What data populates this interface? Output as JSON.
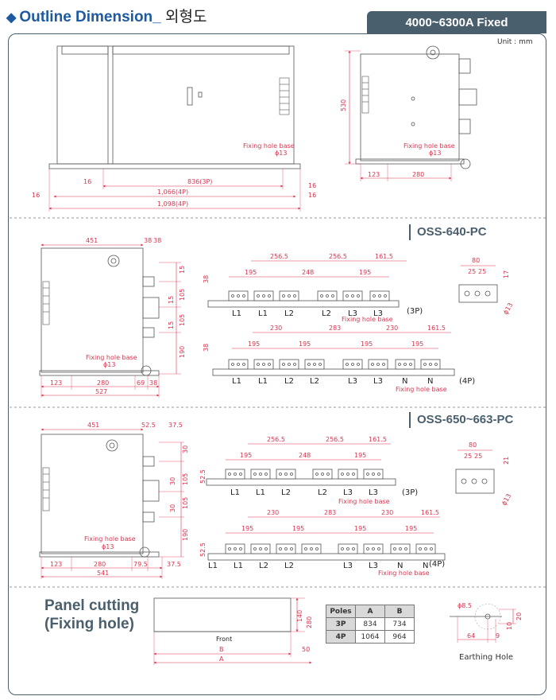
{
  "header": {
    "title": "Outline Dimension_",
    "title_korean": "외형도",
    "range_tab": "4000~6300A Fixed",
    "unit": "Unit : mm"
  },
  "top_front": {
    "dim_836": "836(3P)",
    "dim_1066": "1,066(4P)",
    "dim_1098": "1,098(4P)",
    "dim_16a": "16",
    "dim_16b": "16",
    "dim_16c": "16",
    "dim_16d": "16",
    "fix_label": "Fixing hole base",
    "fix_dia": "ϕ13"
  },
  "top_side": {
    "dim_530": "530",
    "dim_123": "123",
    "dim_280": "280",
    "fix_label": "Fixing hole base",
    "fix_dia": "ϕ13"
  },
  "oss640": {
    "title": "OSS-640-PC",
    "side": {
      "d451": "451",
      "d38a": "38",
      "d38b": "38",
      "d15a": "15",
      "d15b": "15",
      "d15c": "15",
      "d105a": "105",
      "d105b": "105",
      "d190": "190",
      "d123": "123",
      "d280": "280",
      "d69": "69",
      "d38c": "38",
      "d527": "527",
      "fix_label": "Fixing hole base",
      "fix_dia": "ϕ13"
    },
    "bus3p": {
      "top_dims": [
        "256.5",
        "256.5",
        "161.5"
      ],
      "mid_dims": [
        "195",
        "248",
        "195"
      ],
      "h38": "38",
      "labels": [
        "L1",
        "L1",
        "L2",
        "L2",
        "L3",
        "L3"
      ],
      "tag": "(3P)",
      "fix": "Fixing hole base"
    },
    "bus4p": {
      "top_dims": [
        "230",
        "283",
        "230",
        "161.5"
      ],
      "mid_dims": [
        "195",
        "195",
        "195",
        "195"
      ],
      "h38": "38",
      "labels": [
        "L1",
        "L1",
        "L2",
        "L2",
        "L3",
        "L3",
        "N",
        "N"
      ],
      "tag": "(4P)",
      "fix": "Fixing hole base"
    },
    "detail": {
      "d80": "80",
      "d25a": "25",
      "d25b": "25",
      "d17": "17",
      "dia": "ϕ13"
    }
  },
  "oss650": {
    "title": "OSS-650~663-PC",
    "side": {
      "d451": "451",
      "d525": "52.5",
      "d375a": "37.5",
      "d30a": "30",
      "d30b": "30",
      "d30c": "30",
      "d105a": "105",
      "d105b": "105",
      "d190": "190",
      "d123": "123",
      "d280": "280",
      "d795": "79.5",
      "d375b": "37.5",
      "d541": "541",
      "fix_label": "Fixing hole base",
      "fix_dia": "ϕ13"
    },
    "bus3p": {
      "top_dims": [
        "256.5",
        "256.5",
        "161.5"
      ],
      "mid_dims": [
        "195",
        "248",
        "195"
      ],
      "h525": "52.5",
      "labels": [
        "L1",
        "L1",
        "L2",
        "L2",
        "L3",
        "L3"
      ],
      "tag": "(3P)",
      "fix": "Fixing hole base"
    },
    "bus4p": {
      "top_dims": [
        "230",
        "283",
        "230",
        "161.5"
      ],
      "mid_dims": [
        "195",
        "195",
        "195",
        "195"
      ],
      "h525": "52.5",
      "labels": [
        "L1",
        "L1",
        "L2",
        "L2",
        "L3",
        "L3",
        "N",
        "N"
      ],
      "tag": "(4P)",
      "fix": "Fixing hole base"
    },
    "detail": {
      "d80": "80",
      "d25a": "25",
      "d25b": "25",
      "d21": "21",
      "dia": "ϕ13"
    }
  },
  "panel": {
    "title_line1": "Panel cutting",
    "title_line2": "(Fixing hole)",
    "front": "Front",
    "d140": "140",
    "d280": "280",
    "d50": "50",
    "b": "B",
    "a": "A",
    "table": {
      "headers": [
        "Poles",
        "A",
        "B"
      ],
      "rows": [
        [
          "3P",
          "834",
          "734"
        ],
        [
          "4P",
          "1064",
          "964"
        ]
      ]
    },
    "earth": {
      "dia": "ϕ8.5",
      "d20": "20",
      "d10": "10",
      "d64": "64",
      "d9": "9",
      "label": "Earthing Hole"
    }
  }
}
